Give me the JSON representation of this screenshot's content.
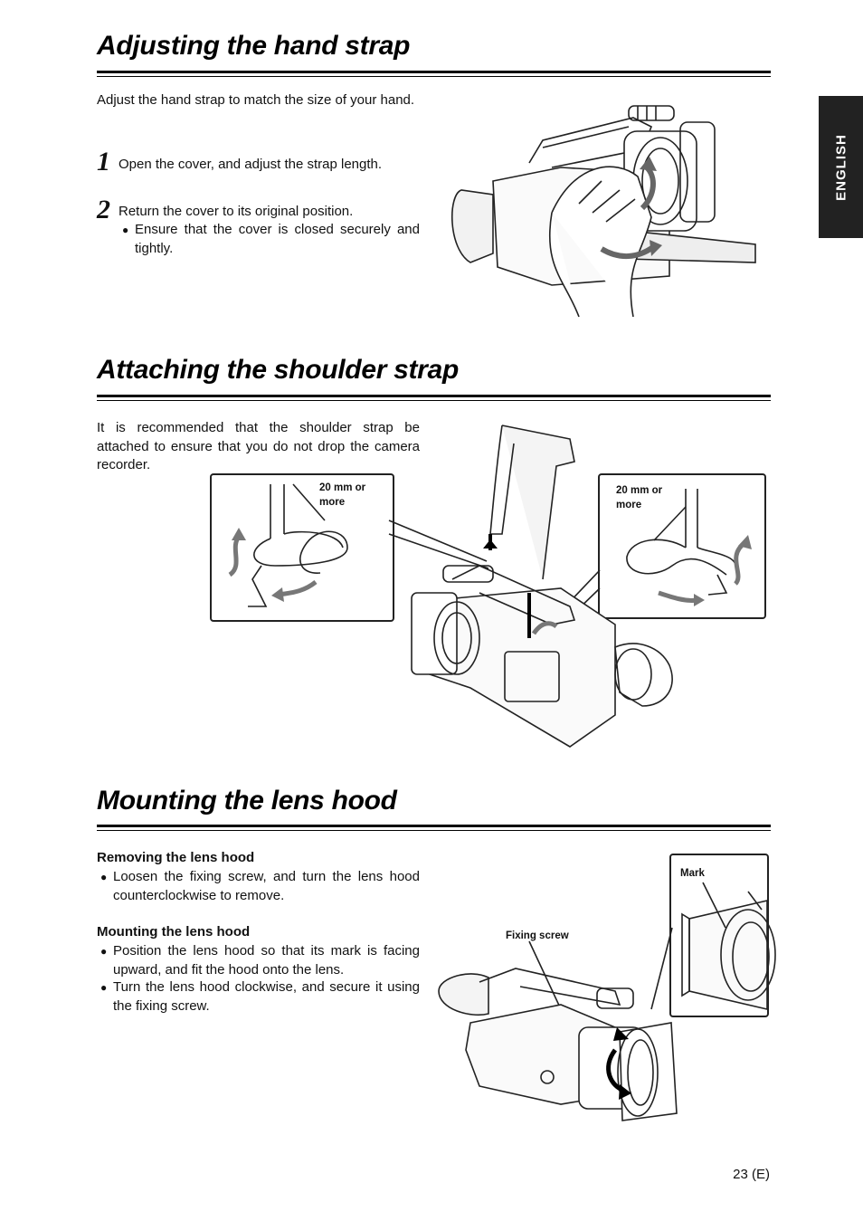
{
  "side_tab": {
    "label": "ENGLISH"
  },
  "section_hand_strap": {
    "title": "Adjusting the hand strap",
    "intro": "Adjust the hand strap to match the size of your hand.",
    "steps": [
      {
        "number": "1",
        "text": "Open the cover, and adjust the strap length."
      },
      {
        "number": "2",
        "text": "Return the cover to its original position.",
        "bullet": "Ensure that the cover is closed securely and tightly."
      }
    ]
  },
  "section_shoulder_strap": {
    "title": "Attaching the shoulder strap",
    "intro": "It is recommended that the shoulder strap be attached to ensure that you do not drop the camera recorder.",
    "left_callout": "20 mm or more",
    "right_callout": "20 mm or more"
  },
  "section_lens_hood": {
    "title": "Mounting the lens hood",
    "removing": {
      "heading": "Removing the lens hood",
      "bullets": [
        "Loosen the fixing screw, and turn the lens hood counterclockwise to remove."
      ]
    },
    "mounting": {
      "heading": "Mounting the lens hood",
      "bullets": [
        "Position the lens hood so that its mark is facing upward, and fit the hood onto the lens.",
        "Turn the lens hood clockwise, and secure it using the fixing screw."
      ]
    },
    "callout_mark": "Mark",
    "callout_fixing_screw": "Fixing screw"
  },
  "footer": {
    "page_number": "23 (E)"
  },
  "icons": {
    "bullet": "●"
  }
}
